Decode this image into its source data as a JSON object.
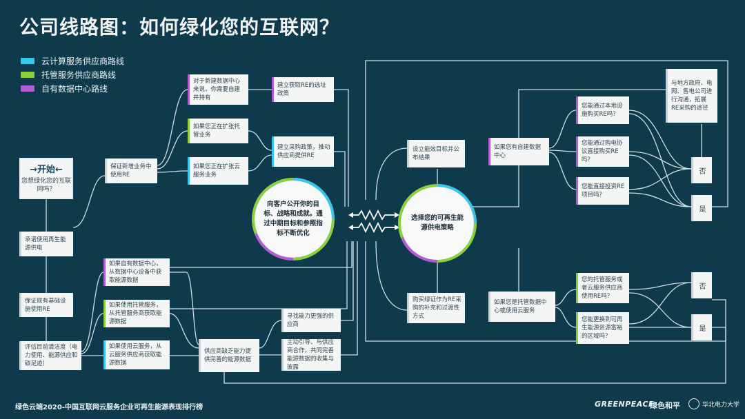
{
  "title": "公司线路图：如何绿化您的互联网？",
  "legend": [
    {
      "label": "云计算服务供应商路线",
      "color": "#38c6ef"
    },
    {
      "label": "托管服务供应商路线",
      "color": "#8cd13c"
    },
    {
      "label": "自有数据中心路线",
      "color": "#b55ad6"
    }
  ],
  "start": {
    "heading": "→开始←",
    "question": "您想绿化您的互联网吗？"
  },
  "left": {
    "commit": "承诺使用再生能源供电",
    "ensure": "保证现有基础设施使用RE",
    "assess": "评估目前清洁度（电力使用、能源供应和碳足迹）",
    "new_biz": "保证新增业务中使用RE"
  },
  "top_col": {
    "new_dc": "对于新建数据中心来说，你需要自建并持有",
    "hosting": "如果您正在扩张托管业务",
    "cloud": "如果您正在扩张云服务业务"
  },
  "policy": {
    "re_policy": "建立获取RE的选址政策",
    "procure_policy": "建立采购政策，推动供应商提供RE"
  },
  "bottom_col": {
    "own_dc": "如果自有数据中心，从数据中心设备中获取能源数据",
    "hosted": "如果使用托管服务，从托管服务商获取能源数据",
    "cloud_use": "如果使用云服务，从云服务供应商获取能源数据"
  },
  "supplier": {
    "lack": "供应商缺乏能力提供完善的能源数据",
    "find": "寻找能力更强的供应商",
    "guide": "主动引导、与供应商合作，共同完善能源数据的收集与披露"
  },
  "circles": {
    "left": "向客户公开你的目标、战略和成就。通过中期目标和参照指标不断优化",
    "right": "选择您的可再生能源供电策略"
  },
  "strategy": {
    "set_goal": "设立能效目标并公布结果",
    "buy_cert": "购买绿证作为RE采购的补充和过渡性方式"
  },
  "own_branch": {
    "q": "如果您有自建数据中心",
    "q1": "您能通过本地设施购买RE吗？",
    "q2": "您能通过购电协议直接购买RE吗？",
    "q3": "您能直接投资RE项目吗？",
    "gov": "与地方政府、电网、售电公司进行沟通，拓展RE采购的途径"
  },
  "hosted_branch": {
    "q": "如果您是托管数据中心或使用云服务",
    "q1": "您的托管服务或者云服务供应商使用RE吗？",
    "q2": "您能更换到可再生能源资源富裕的区域吗？"
  },
  "answers": {
    "no": "否",
    "yes": "是"
  },
  "footer": {
    "report": "绿色云端2020-中国互联网云服务企业可再生能源表现排行榜",
    "brand": "GREENPEACE",
    "brand_cn": "绿色和平",
    "university": "华北电力大学"
  }
}
